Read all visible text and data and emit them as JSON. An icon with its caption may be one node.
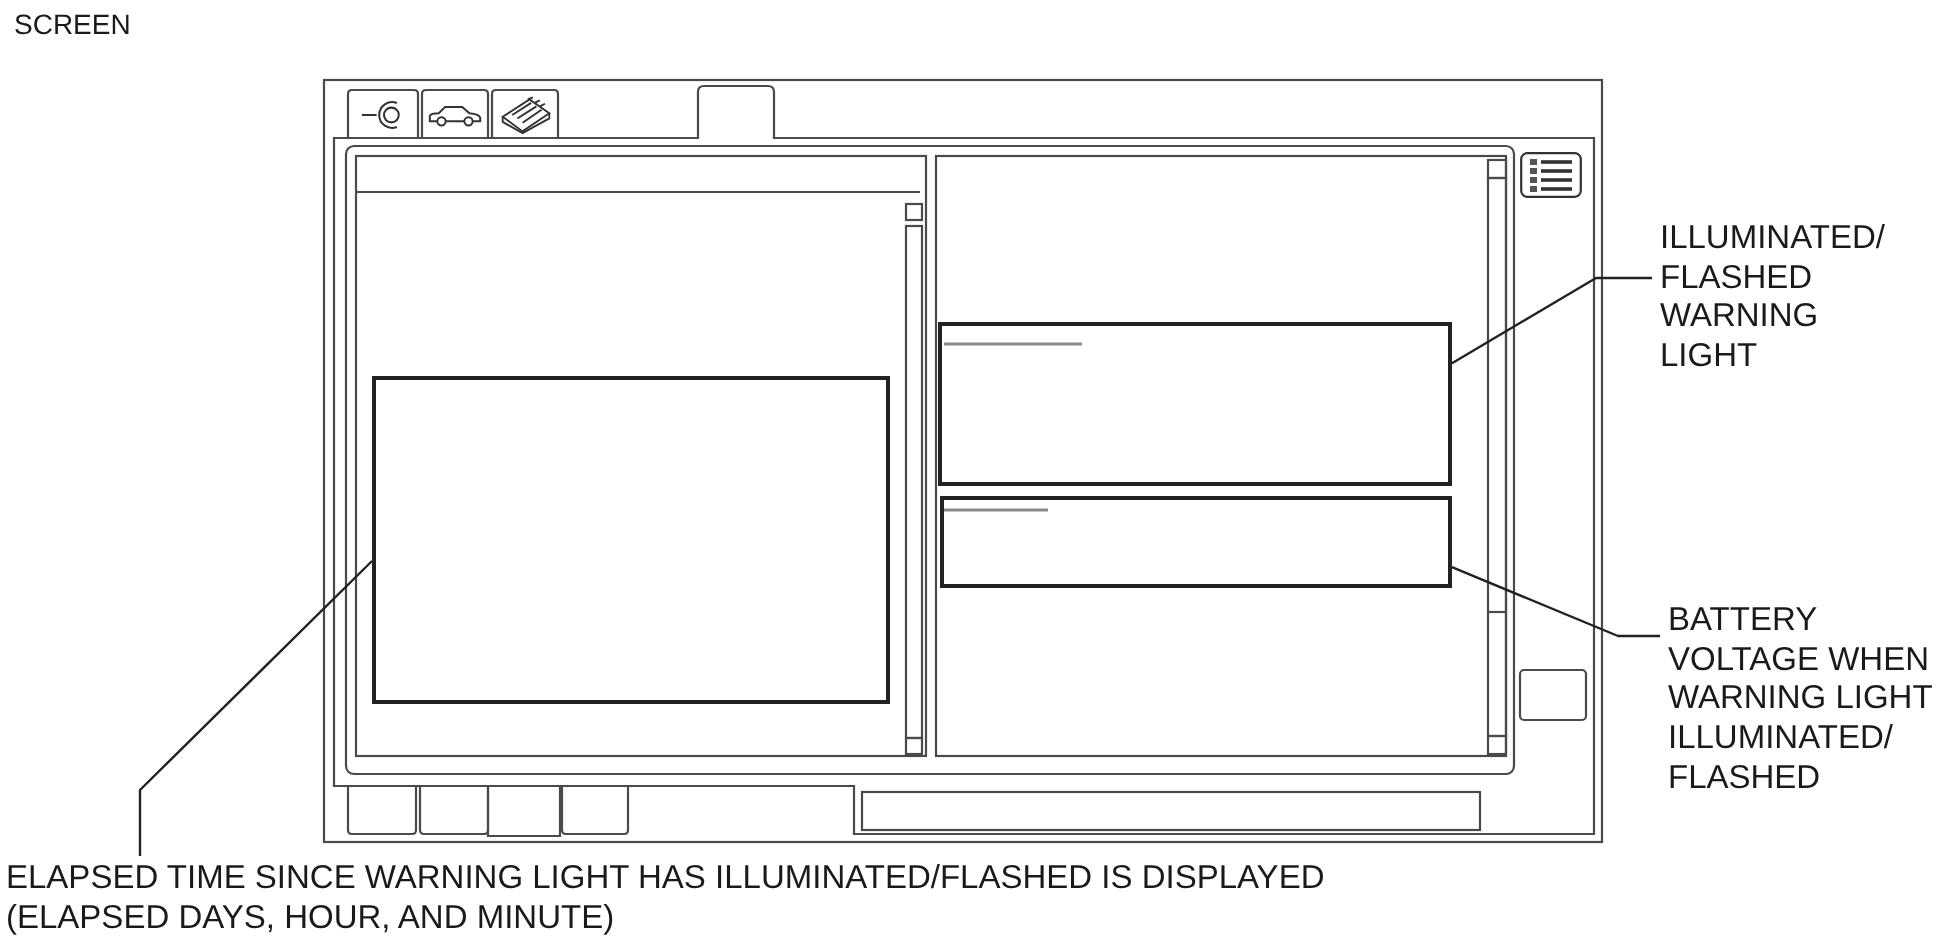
{
  "diagram": {
    "title": "SCREEN",
    "nodes": [
      {
        "text": [
          "ILLUMINATED/ FLASHED WARNING LIGHT"
        ]
      },
      {
        "text": [],
        "shape": "box"
      },
      {
        "text": [
          "BATTERY VOLTAGE WHEN WARNING LIGHT ILLUMINATED/ FLASHED"
        ]
      },
      {
        "text": [],
        "shape": "box"
      },
      {
        "text": [
          "ELAPSED TIME SINCE WARNING LIGHT HAS ILLUMINATED/FLASHED IS DISPLAYED (ELAPSED DAYS, HOUR, AND MINUTE)"
        ]
      },
      {
        "text": [],
        "shape": "box"
      }
    ],
    "edges": [
      {
        "from": 0,
        "to": 1,
        "arrow": "none"
      },
      {
        "from": 2,
        "to": 3,
        "arrow": "none"
      },
      {
        "from": 4,
        "to": 5,
        "arrow": "none"
      }
    ]
  }
}
